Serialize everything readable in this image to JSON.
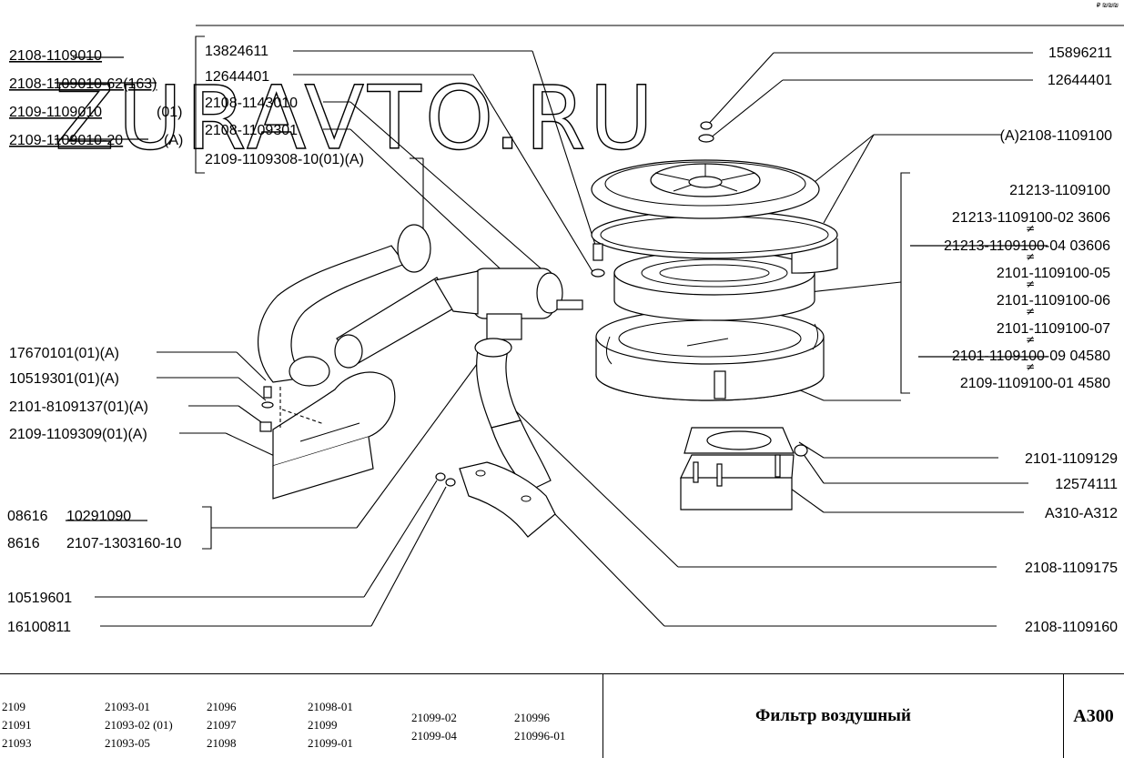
{
  "watermark": "ZURAVTO.RU",
  "corner_mark": "₽ ₪₪₪",
  "labels": {
    "l01": "2108-1109010",
    "l02": "2108-1109010-62(163)",
    "l03": "2109-1109010",
    "l03b": "(01)",
    "l04": "2109-1109010-20",
    "l04b": "(A)",
    "l05": "13824611",
    "l06": "12644401",
    "l07": "2108-1143010",
    "l08": "2108-1109301",
    "l09": "2109-1109308-10(01)(A)",
    "l10": "15896211",
    "l11": "12644401",
    "l12": "(A)2108-1109100",
    "l13": "21213-1109100",
    "l14": "21213-1109100-02  3606",
    "l15": "21213-1109100-04  03606",
    "l16": "2101-1109100-05",
    "l17": "2101-1109100-06",
    "l18": "2101-1109100-07",
    "l19": "2101-1109100-09  04580",
    "l20": "2109-1109100-01    4580",
    "l21": "17670101(01)(A)",
    "l22": "10519301(01)(A)",
    "l23": "2101-8109137(01)(A)",
    "l24": "2109-1109309(01)(A)",
    "l25a": "08616",
    "l25b": "10291090",
    "l26a": "8616",
    "l26b": "2107-1303160-10",
    "l27": "10519601",
    "l28": "16100811",
    "l29": "2101-1109129",
    "l30": "12574111",
    "l31": "A310-A312",
    "l32": "2108-1109175",
    "l33": "2108-1109160"
  },
  "footer": {
    "models": [
      [
        "2109",
        "21091",
        "21093"
      ],
      [
        "21093-01",
        "21093-02 (01)",
        "21093-05"
      ],
      [
        "21096",
        "21097",
        "21098"
      ],
      [
        "21098-01",
        "21099",
        "21099-01"
      ],
      [
        "21099-02",
        "21099-04"
      ],
      [
        "210996",
        "210996-01"
      ]
    ],
    "title": "Фильтр воздушный",
    "code": "A300"
  }
}
